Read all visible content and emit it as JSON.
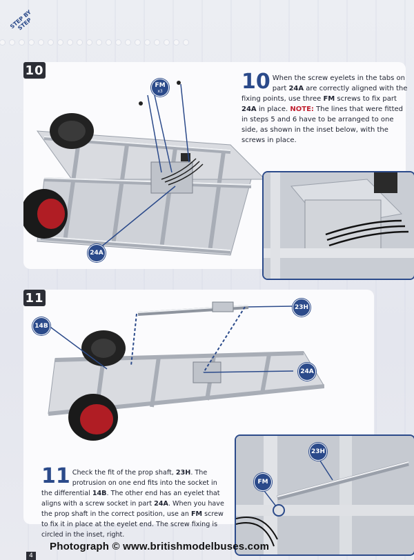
{
  "header": {
    "badge_line1": "STEP BY",
    "badge_line2": "STEP"
  },
  "step10": {
    "number_box": "10",
    "number_big": "10",
    "text_before_1": "When the screw eyelets in the tabs on part ",
    "part_24a": "24A",
    "text_before_2": " are correctly aligned with the fixing points, use three ",
    "part_fm": "FM",
    "text_before_3": " screws to fix part ",
    "part_24a_2": "24A",
    "text_before_4": " in place. ",
    "note_label": "NOTE:",
    "note_text": " The lines that were fitted in steps 5 and 6 have to be arranged to one side, as shown in the inset below, with the screws in place.",
    "callout_fm": "FM",
    "callout_fm_qty": "x3",
    "callout_24a": "24A"
  },
  "step11": {
    "number_box": "11",
    "number_big": "11",
    "text_1": "Check the fit of the prop shaft, ",
    "part_23h": "23H",
    "text_2": ". The protrusion on one end fits into the socket in the differential ",
    "part_14b": "14B",
    "text_3": ". The other end has an eyelet that aligns with a screw socket in part ",
    "part_24a": "24A",
    "text_4": ". When you have the prop shaft in the correct position, use an ",
    "part_fm": "FM",
    "text_5": " screw to fix it in place at the eyelet end. The screw fixing is circled in the inset, right.",
    "callout_23h": "23H",
    "callout_14b": "14B",
    "callout_24a": "24A",
    "inset_callout_23h": "23H",
    "inset_callout_fm": "FM"
  },
  "footer": {
    "page_number": "4",
    "photo_credit": "Photograph © www.britishmodelbuses.com"
  },
  "colors": {
    "accent": "#2b4a8a",
    "note": "#c01f2f",
    "step_box": "#2c2e36"
  }
}
